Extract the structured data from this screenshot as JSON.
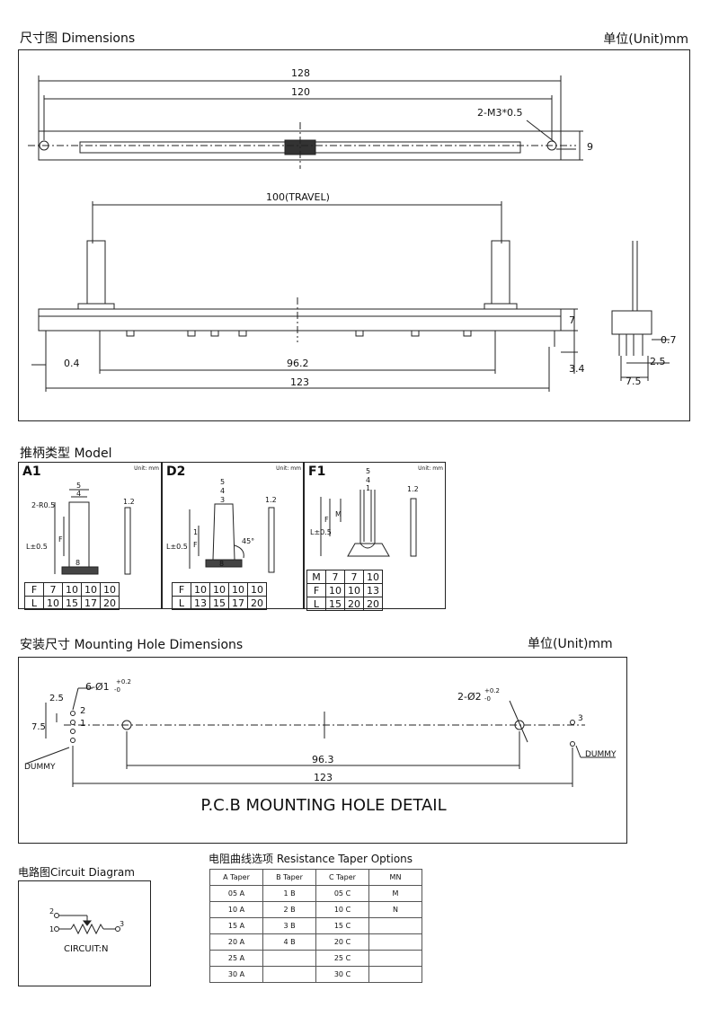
{
  "dimensions": {
    "title": "尺寸图  Dimensions",
    "unit": "单位(Unit)mm",
    "labels": {
      "d128": "128",
      "d120": "120",
      "screw": "2-M3*0.5",
      "d9": "9",
      "travel": "100(TRAVEL)",
      "d7": "7",
      "d07": "0.7",
      "d04": "0.4",
      "d962": "96.2",
      "d34": "3.4",
      "d25": "2.5",
      "d75": "7.5",
      "d123": "123"
    }
  },
  "model": {
    "title": "推柄类型  Model",
    "unit_small": "Unit: mm",
    "panels": [
      {
        "name": "A1",
        "dims": [
          "5",
          "4",
          "2-R0.5",
          "1.2",
          "F",
          "L±0.5",
          "8"
        ],
        "table": {
          "rows": [
            [
              "F",
              "7",
              "10",
              "10",
              "10"
            ],
            [
              "L",
              "10",
              "15",
              "17",
              "20"
            ]
          ]
        }
      },
      {
        "name": "D2",
        "dims": [
          "5",
          "4",
          "3",
          "1.2",
          "1",
          "F",
          "L±0.5",
          "45°",
          "8"
        ],
        "table": {
          "rows": [
            [
              "F",
              "10",
              "10",
              "10",
              "10"
            ],
            [
              "L",
              "13",
              "15",
              "17",
              "20"
            ]
          ]
        }
      },
      {
        "name": "F1",
        "dims": [
          "5",
          "4",
          "1",
          "1.2",
          "M",
          "F",
          "L±0.5"
        ],
        "table": {
          "rows": [
            [
              "M",
              "7",
              "7",
              "10"
            ],
            [
              "F",
              "10",
              "10",
              "13"
            ],
            [
              "L",
              "15",
              "20",
              "20"
            ]
          ]
        }
      }
    ]
  },
  "mounting": {
    "title": "安装尺寸  Mounting Hole Dimensions",
    "unit": "单位(Unit)mm",
    "labels": {
      "holes_small": "6-Ø1",
      "tol_small_top": "+0.2",
      "tol_small_bot": "-0",
      "holes_big": "2-Ø2",
      "tol_big_top": "+0.2",
      "tol_big_bot": "-0",
      "d25": "2.5",
      "d75": "7.5",
      "pin1": "1",
      "pin2": "2",
      "pin3": "3",
      "dummy_left": "DUMMY",
      "dummy_right": "DUMMY",
      "d963": "96.3",
      "d123": "123"
    },
    "caption": "P.C.B MOUNTING HOLE DETAIL"
  },
  "circuit": {
    "title": "电路图Circuit Diagram",
    "pin1": "1",
    "pin2": "2",
    "pin3": "3",
    "label": "CIRCUIT:N"
  },
  "taper": {
    "title": "电阻曲线选项  Resistance Taper Options",
    "headers": [
      "A Taper",
      "B Taper",
      "C Taper",
      "MN"
    ],
    "rows": [
      [
        "05 A",
        "1 B",
        "05 C",
        "M"
      ],
      [
        "10 A",
        "2 B",
        "10 C",
        "N"
      ],
      [
        "15 A",
        "3 B",
        "15 C",
        ""
      ],
      [
        "20 A",
        "4 B",
        "20 C",
        ""
      ],
      [
        "25 A",
        "",
        "25 C",
        ""
      ],
      [
        "30 A",
        "",
        "30 C",
        ""
      ]
    ]
  }
}
